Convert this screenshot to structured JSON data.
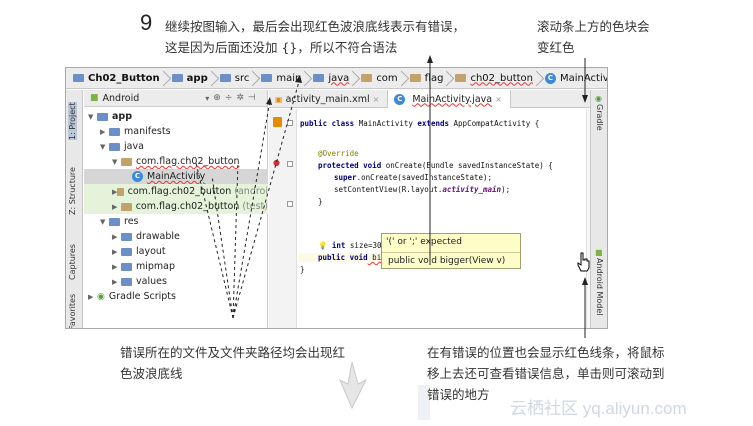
{
  "annotations": {
    "step_number": "9",
    "step_text": "继续按图输入，最后会出现红色波浪底线表示有错误，这是因为后面还没加 {}，所以不符合语法",
    "scrollbar_note": "滚动条上方的色块会变红色",
    "file_path_note": "错误所在的文件及文件夹路径均会出现红色波浪底线",
    "error_position_note": "在有错误的位置也会显示红色线条，将鼠标移上去还可查看错误信息，单击则可滚动到错误的地方",
    "watermark": "云栖社区 yq.aliyun.com"
  },
  "navbar": {
    "crumbs": [
      "Ch02_Button",
      "app",
      "src",
      "main",
      "java",
      "com",
      "flag",
      "ch02_button",
      "MainActivity"
    ]
  },
  "left_stripe": {
    "tabs": [
      "1: Project",
      "Z: Structure",
      "Captures",
      "Favorites"
    ]
  },
  "right_stripe": {
    "tabs": [
      "Gradle",
      "Android Model"
    ]
  },
  "project_panel": {
    "view_mode": "Android",
    "tree": [
      {
        "label": "app",
        "extra": ""
      },
      {
        "label": "manifests",
        "extra": ""
      },
      {
        "label": "java",
        "extra": ""
      },
      {
        "label": "com.flag.ch02_button",
        "extra": ""
      },
      {
        "label": "MainActivity",
        "extra": ""
      },
      {
        "label": "com.flag.ch02_button",
        "extra": "(androi"
      },
      {
        "label": "com.flag.ch02_button",
        "extra": "(test)"
      },
      {
        "label": "res",
        "extra": ""
      },
      {
        "label": "drawable",
        "extra": ""
      },
      {
        "label": "layout",
        "extra": ""
      },
      {
        "label": "mipmap",
        "extra": ""
      },
      {
        "label": "values",
        "extra": ""
      },
      {
        "label": "Gradle Scripts",
        "extra": ""
      }
    ]
  },
  "editor": {
    "tabs": [
      "activity_main.xml",
      "MainActivity.java"
    ],
    "code": {
      "class_decl_kw": "public class",
      "class_name": " MainActivity ",
      "extends_kw": "extends",
      "super_class": " AppCompatActivity {",
      "annotation": "@Override",
      "oncreate_kw": "protected void",
      "oncreate_sig": " onCreate(Bundle savedInstanceState) {",
      "super_kw": "super",
      "super_call": ".onCreate(savedInstanceState);",
      "setcontent": "setContentView(R.layout.",
      "setcontent_field": "activity_main",
      "setcontent_end": ");",
      "close_brace": "}",
      "int_kw": "int",
      "int_decl": " size=30;",
      "bigger_kw": "public void",
      "bigger_sig": " bigger(View v)",
      "final_brace": "}"
    },
    "tooltip": {
      "error": "'(' or ';' expected",
      "signature": "public void bigger(View v)"
    }
  },
  "colors": {
    "error_red": "#e33333",
    "accent_blue": "#3d8ad6"
  }
}
